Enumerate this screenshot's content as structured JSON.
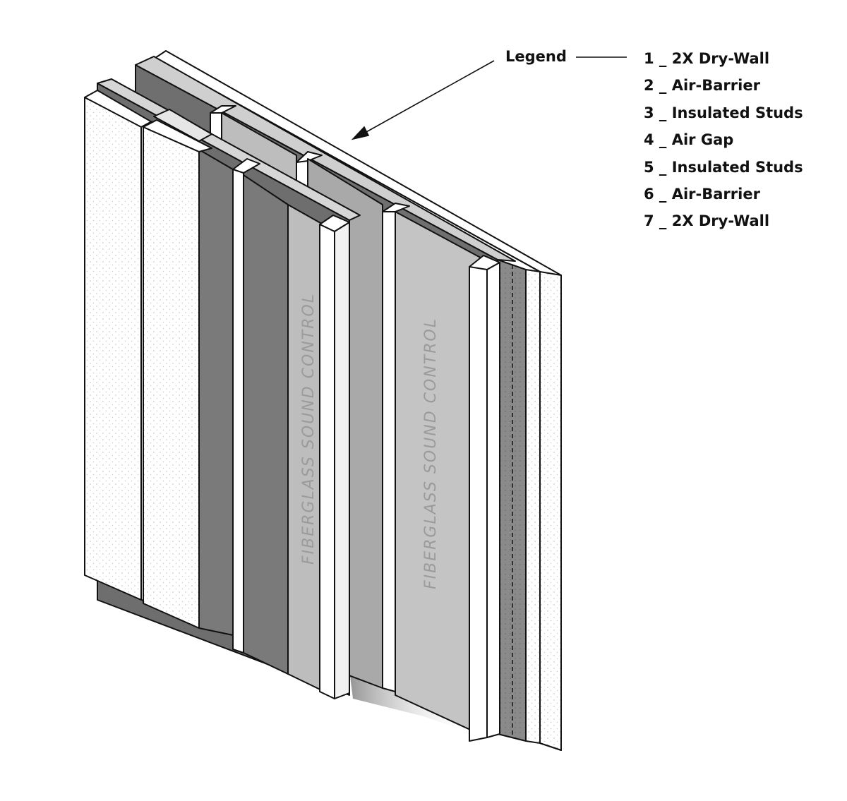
{
  "legend": {
    "title": "Legend",
    "items": [
      "1 _ 2X Dry-Wall",
      "2 _ Air-Barrier",
      "3 _ Insulated Studs",
      "4 _ Air Gap",
      "5 _ Insulated Studs",
      "6 _ Air-Barrier",
      "7 _ 2X Dry-Wall"
    ]
  },
  "insulation_label": "FIBERGLASS SOUND CONTROL",
  "colors": {
    "drywall": "#ffffff",
    "insulation": "#bdbdbd",
    "air_barrier": "#7a7a7a",
    "cavity": "#6e6e6e",
    "outline": "#111111"
  }
}
